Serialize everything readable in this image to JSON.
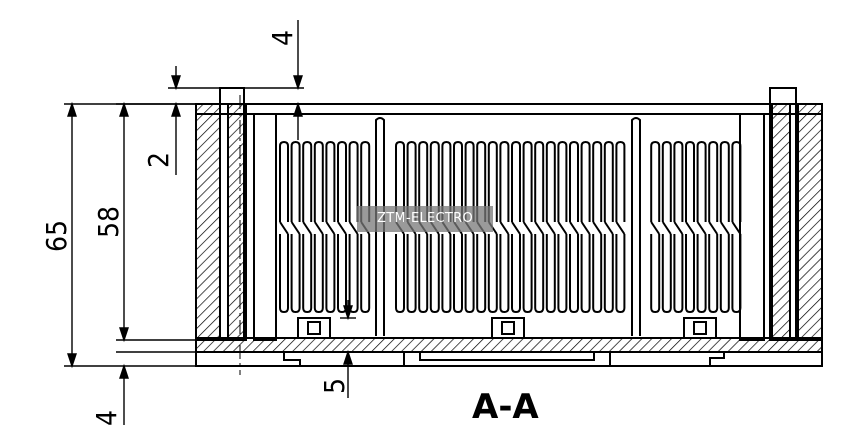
{
  "drawing": {
    "section_label": "A-A",
    "watermark": "ZTM-ELECTRO",
    "dimensions": {
      "overall_height": "65",
      "inner_height": "58",
      "top_offset": "4",
      "rim_thickness": "2",
      "base_offset": "5",
      "bottom_offset": "4"
    }
  },
  "colors": {
    "line": "#000000",
    "watermark_bg": "#787878",
    "watermark_text": "#ffffff"
  }
}
